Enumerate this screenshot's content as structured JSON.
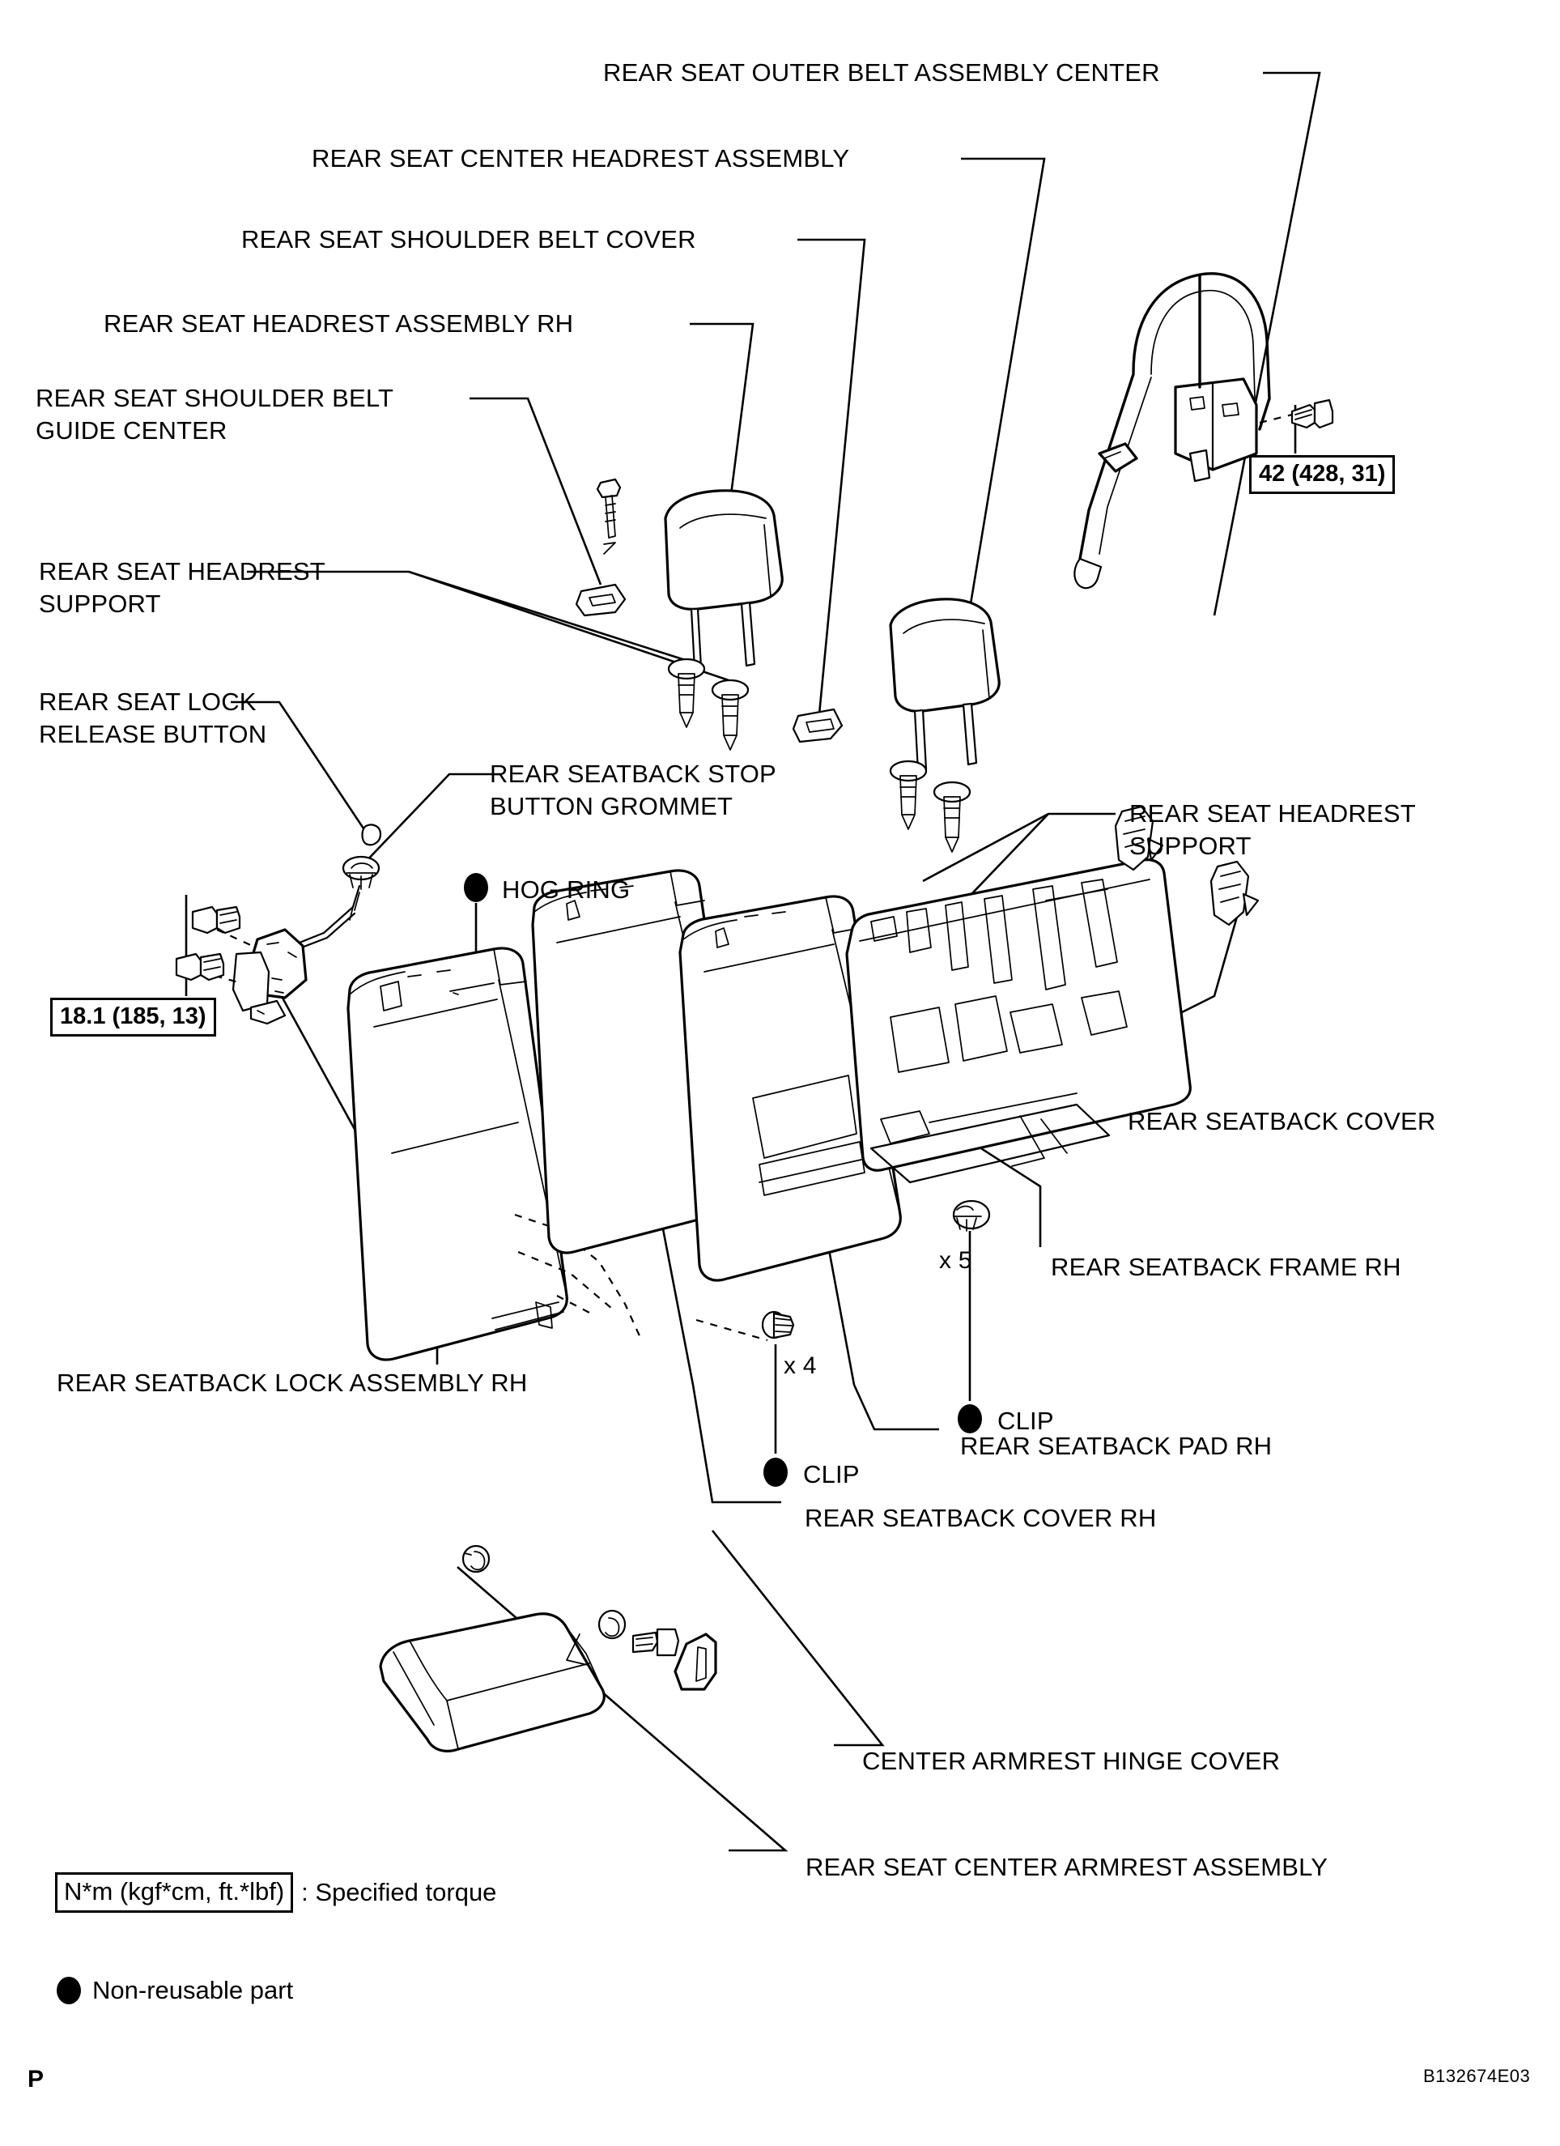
{
  "document": {
    "type": "service-manual-exploded-view",
    "page_marker": "P",
    "drawing_code": "B132674E03"
  },
  "callouts": [
    {
      "id": "rear-seat-outer-belt-assembly-center",
      "text": "REAR SEAT OUTER BELT ASSEMBLY CENTER"
    },
    {
      "id": "rear-seat-center-headrest-assembly",
      "text": "REAR SEAT CENTER HEADREST ASSEMBLY"
    },
    {
      "id": "rear-seat-shoulder-belt-cover",
      "text": "REAR SEAT SHOULDER BELT COVER"
    },
    {
      "id": "rear-seat-headrest-assembly-rh",
      "text": "REAR SEAT HEADREST ASSEMBLY RH"
    },
    {
      "id": "rear-seat-shoulder-belt-guide-center-l1",
      "text": "REAR SEAT SHOULDER BELT"
    },
    {
      "id": "rear-seat-shoulder-belt-guide-center-l2",
      "text": "GUIDE CENTER"
    },
    {
      "id": "rear-seat-headrest-support-left-l1",
      "text": "REAR SEAT HEADREST"
    },
    {
      "id": "rear-seat-headrest-support-left-l2",
      "text": "SUPPORT"
    },
    {
      "id": "rear-seat-lock-release-button-l1",
      "text": "REAR SEAT LOCK"
    },
    {
      "id": "rear-seat-lock-release-button-l2",
      "text": "RELEASE BUTTON"
    },
    {
      "id": "rear-seatback-stop-button-grommet-l1",
      "text": "REAR SEATBACK STOP"
    },
    {
      "id": "rear-seatback-stop-button-grommet-l2",
      "text": "BUTTON GROMMET"
    },
    {
      "id": "rear-seat-headrest-support-right-l1",
      "text": "REAR SEAT HEADREST"
    },
    {
      "id": "rear-seat-headrest-support-right-l2",
      "text": "SUPPORT"
    },
    {
      "id": "hog-ring",
      "text": "HOG RING"
    },
    {
      "id": "rear-seatback-cover",
      "text": "REAR SEATBACK COVER"
    },
    {
      "id": "rear-seatback-frame-rh",
      "text": "REAR SEATBACK FRAME RH"
    },
    {
      "id": "rear-seatback-lock-assembly-rh",
      "text": "REAR SEATBACK LOCK ASSEMBLY RH"
    },
    {
      "id": "clip-right",
      "text": "CLIP"
    },
    {
      "id": "clip-left",
      "text": "CLIP"
    },
    {
      "id": "rear-seatback-pad-rh",
      "text": "REAR SEATBACK PAD RH"
    },
    {
      "id": "rear-seatback-cover-rh",
      "text": "REAR SEATBACK COVER RH"
    },
    {
      "id": "center-armrest-hinge-cover",
      "text": "CENTER ARMREST HINGE COVER"
    },
    {
      "id": "rear-seat-center-armrest-assembly",
      "text": "REAR SEAT CENTER ARMREST ASSEMBLY"
    }
  ],
  "quantities": [
    {
      "id": "qty-clip-x5",
      "text": "x 5"
    },
    {
      "id": "qty-clip-x4",
      "text": "x 4"
    }
  ],
  "torque_specs": [
    {
      "id": "torque-belt-anchor",
      "text": "42 (428, 31)"
    },
    {
      "id": "torque-seatback-lock",
      "text": "18.1 (185, 13)"
    }
  ],
  "legend": {
    "torque_unit_box": "N*m (kgf*cm, ft.*lbf)",
    "torque_unit_tail": ": Specified torque",
    "non_reusable": "Non-reusable part"
  },
  "colors": {
    "ink": "#000000",
    "paper": "#ffffff"
  }
}
